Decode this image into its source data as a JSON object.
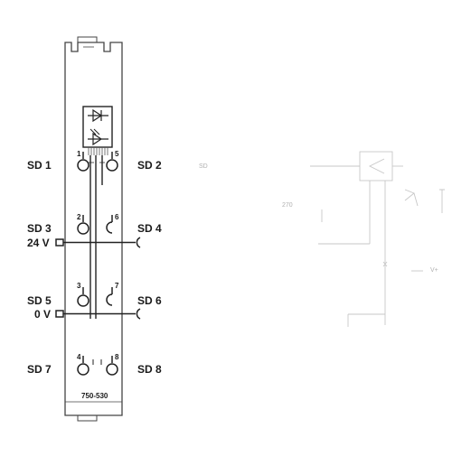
{
  "module": {
    "model": "750-530",
    "labels_left": [
      "SD 1",
      "SD 3",
      "SD 5",
      "SD 7"
    ],
    "labels_right": [
      "SD 2",
      "SD 4",
      "SD 6",
      "SD 8"
    ],
    "supply_24v": "24 V",
    "supply_0v": "0 V",
    "pins": [
      "1",
      "2",
      "3",
      "4",
      "5",
      "6",
      "7",
      "8"
    ]
  },
  "schematic": {
    "input_label": "SD",
    "resistor_label": "270",
    "output_label": "V+"
  }
}
